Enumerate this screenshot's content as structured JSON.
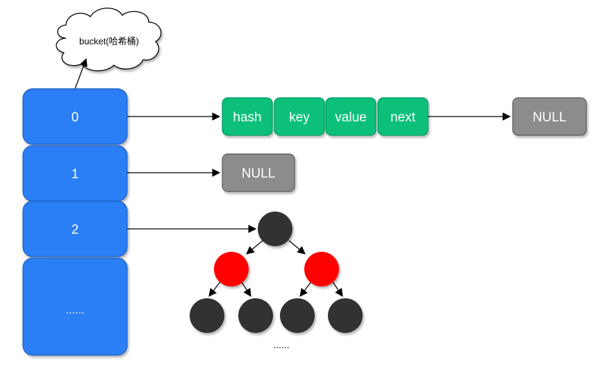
{
  "cloud": {
    "label": "bucket(哈希桶)"
  },
  "buckets": [
    {
      "label": "0"
    },
    {
      "label": "1"
    },
    {
      "label": "2"
    },
    {
      "label": "......"
    }
  ],
  "node_fields": [
    "hash",
    "key",
    "value",
    "next"
  ],
  "null_label": "NULL",
  "tree_ellipsis": "......",
  "colors": {
    "bucket": "#2b7ef6",
    "bucket_border": "#1f5fbf",
    "node_field": "#07c07a",
    "node_border": "#06995f",
    "null_box": "#8c8c8c",
    "null_border": "#5a5a5a",
    "tree_black": "#333333",
    "tree_red": "#ff0000"
  }
}
